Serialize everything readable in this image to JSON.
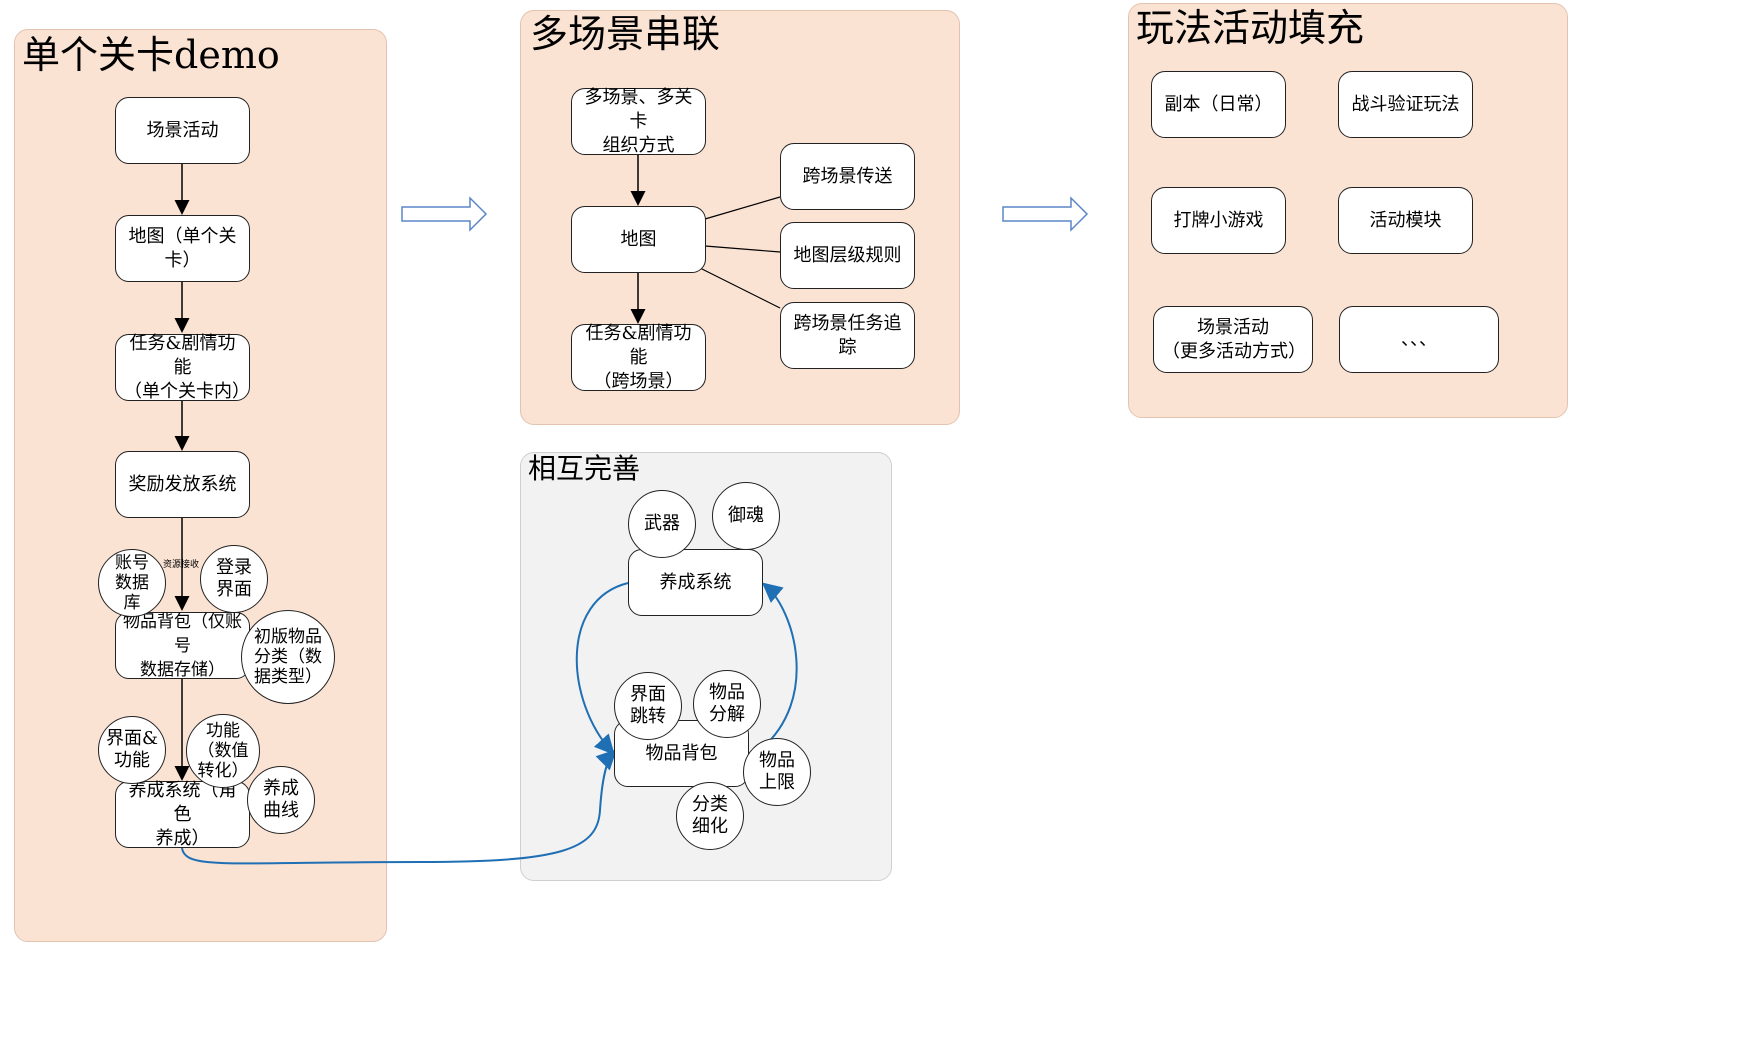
{
  "panels": {
    "single": {
      "title": "单个关卡demo"
    },
    "multi": {
      "title": "多场景串联"
    },
    "mutual": {
      "title": "相互完善"
    },
    "gameplay": {
      "title": "玩法活动填充"
    }
  },
  "single": {
    "scene_activity": "场景活动",
    "map": "地图（单个关\n卡）",
    "quest": "任务&剧情功能\n（单个关卡内）",
    "reward": "奖励发放系统",
    "account_db": "账号\n数据\n库",
    "resource_link": "资源接收",
    "login_ui": "登录\n界面",
    "inventory": "物品背包（仅账号\n数据存储）",
    "item_category": "初版物品\n分类（数\n据类型）",
    "ui_func": "界面&\n功能",
    "func_convert": "功能\n（数值\n转化）",
    "growth": "养成系统（角色\n养成）",
    "growth_curve": "养成\n曲线"
  },
  "multi": {
    "organize": "多场景、多关卡\n组织方式",
    "map": "地图",
    "quest": "任务&剧情功能\n（跨场景）",
    "teleport": "跨场景传送",
    "map_level": "地图层级规则",
    "tracking": "跨场景任务追踪"
  },
  "mutual": {
    "weapon": "武器",
    "soul": "御魂",
    "growth": "养成系统",
    "ui_jump": "界面\n跳转",
    "decompose": "物品\n分解",
    "inventory": "物品背包",
    "limit": "物品\n上限",
    "refine": "分类\n细化"
  },
  "gameplay": {
    "dungeon": "副本（日常）",
    "battle": "战斗验证玩法",
    "card": "打牌小游戏",
    "activity_module": "活动模块",
    "scene_activity": "场景活动\n（更多活动方式）",
    "more": "、、、"
  },
  "colors": {
    "panel_peach": "#fbe3d4",
    "panel_gray": "#f2f2f2",
    "curve_blue": "#1f6fb5",
    "arrow_outline": "#5b86c7"
  }
}
